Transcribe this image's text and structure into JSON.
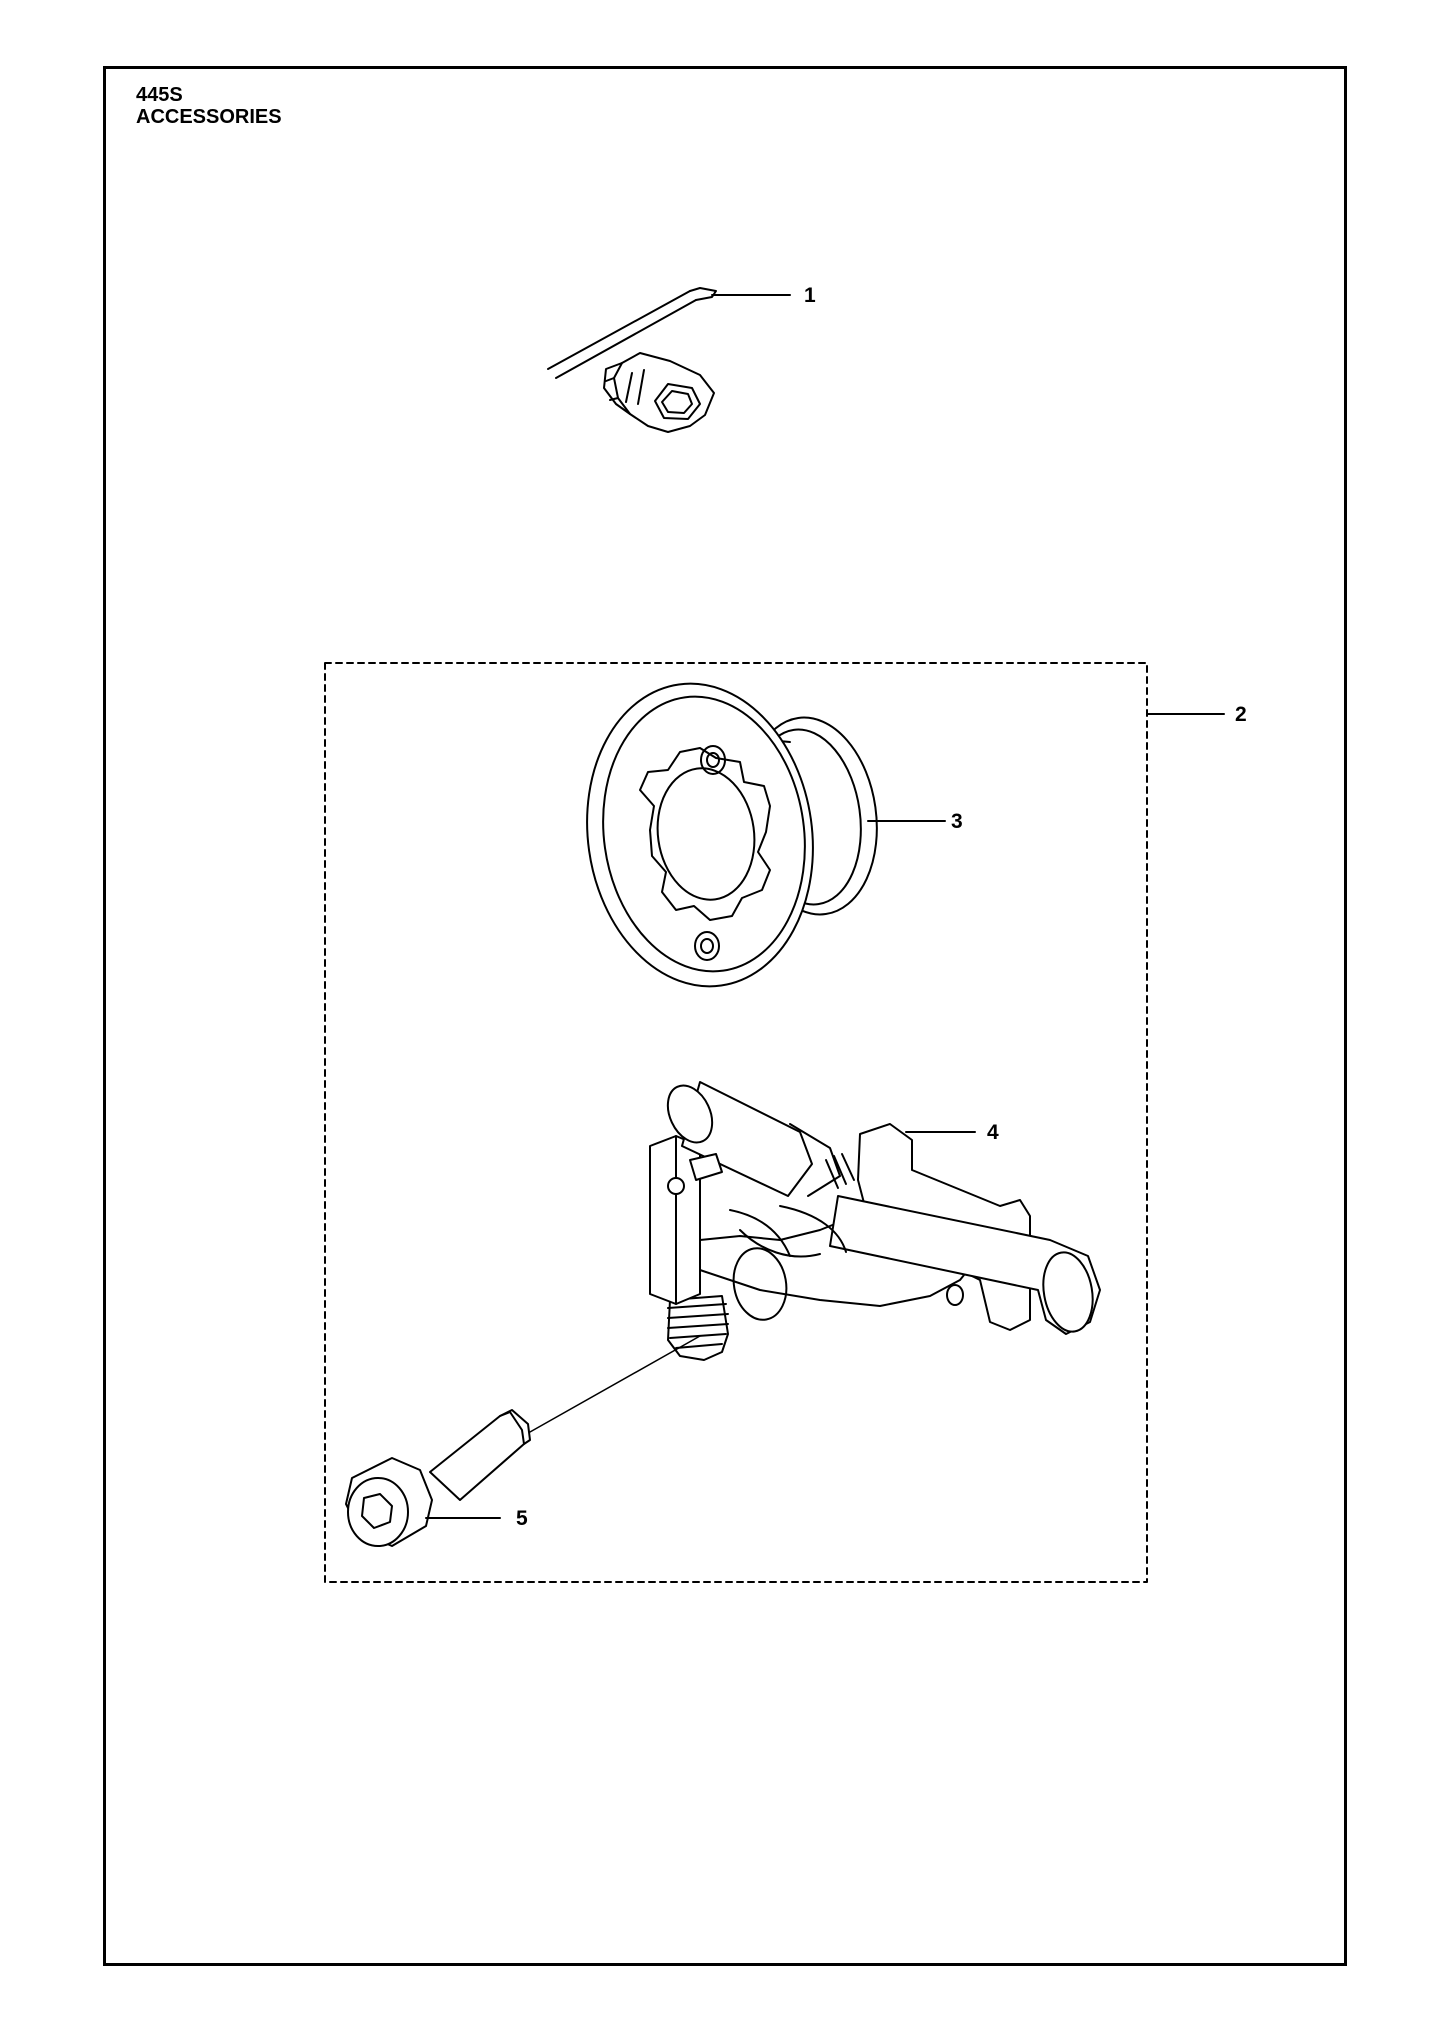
{
  "header": {
    "model": "445S",
    "section": "ACCESSORIES"
  },
  "callouts": [
    {
      "id": "callout-1",
      "label": "1",
      "part": "combination-wrench"
    },
    {
      "id": "callout-2",
      "label": "2",
      "part": "kit-group"
    },
    {
      "id": "callout-3",
      "label": "3",
      "part": "rim-sprocket"
    },
    {
      "id": "callout-4",
      "label": "4",
      "part": "oil-pump"
    },
    {
      "id": "callout-5",
      "label": "5",
      "part": "socket-screw"
    }
  ]
}
